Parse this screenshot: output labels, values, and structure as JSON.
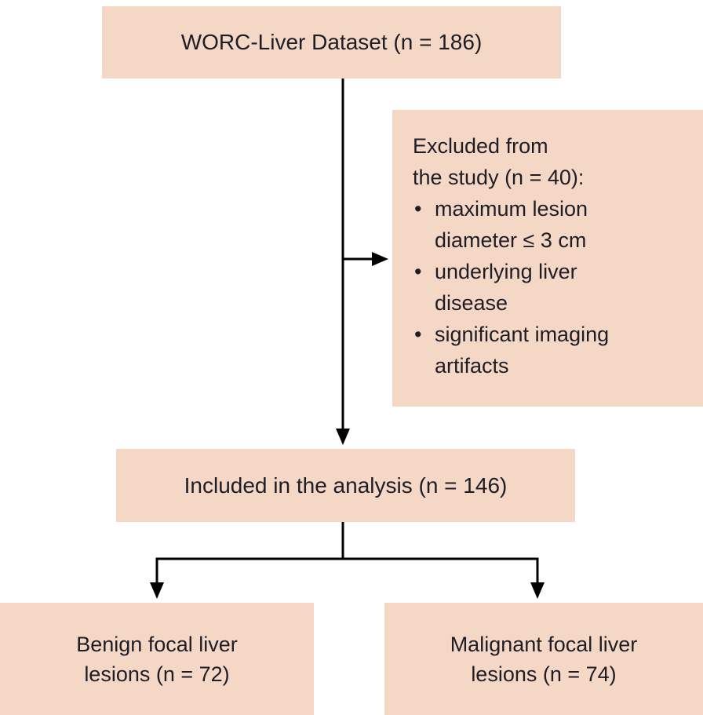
{
  "colors": {
    "box_fill": "#f5d7c6",
    "text": "#1d1d26",
    "arrow": "#000000"
  },
  "flowchart": {
    "dataset_box": {
      "label": "WORC-Liver Dataset (n = 186)"
    },
    "excluded_box": {
      "title_lines": [
        "Excluded from",
        "the study (n = 40):"
      ],
      "bullet_glyph": "•",
      "bullets": [
        [
          "maximum lesion",
          "diameter ≤ 3 cm"
        ],
        [
          "underlying liver",
          "disease"
        ],
        [
          "significant imaging",
          "artifacts"
        ]
      ]
    },
    "included_box": {
      "label": "Included in the analysis (n = 146)"
    },
    "benign_box": {
      "lines": [
        "Benign focal liver",
        "lesions (n = 72)"
      ]
    },
    "malignant_box": {
      "lines": [
        "Malignant focal liver",
        "lesions (n = 74)"
      ]
    }
  }
}
